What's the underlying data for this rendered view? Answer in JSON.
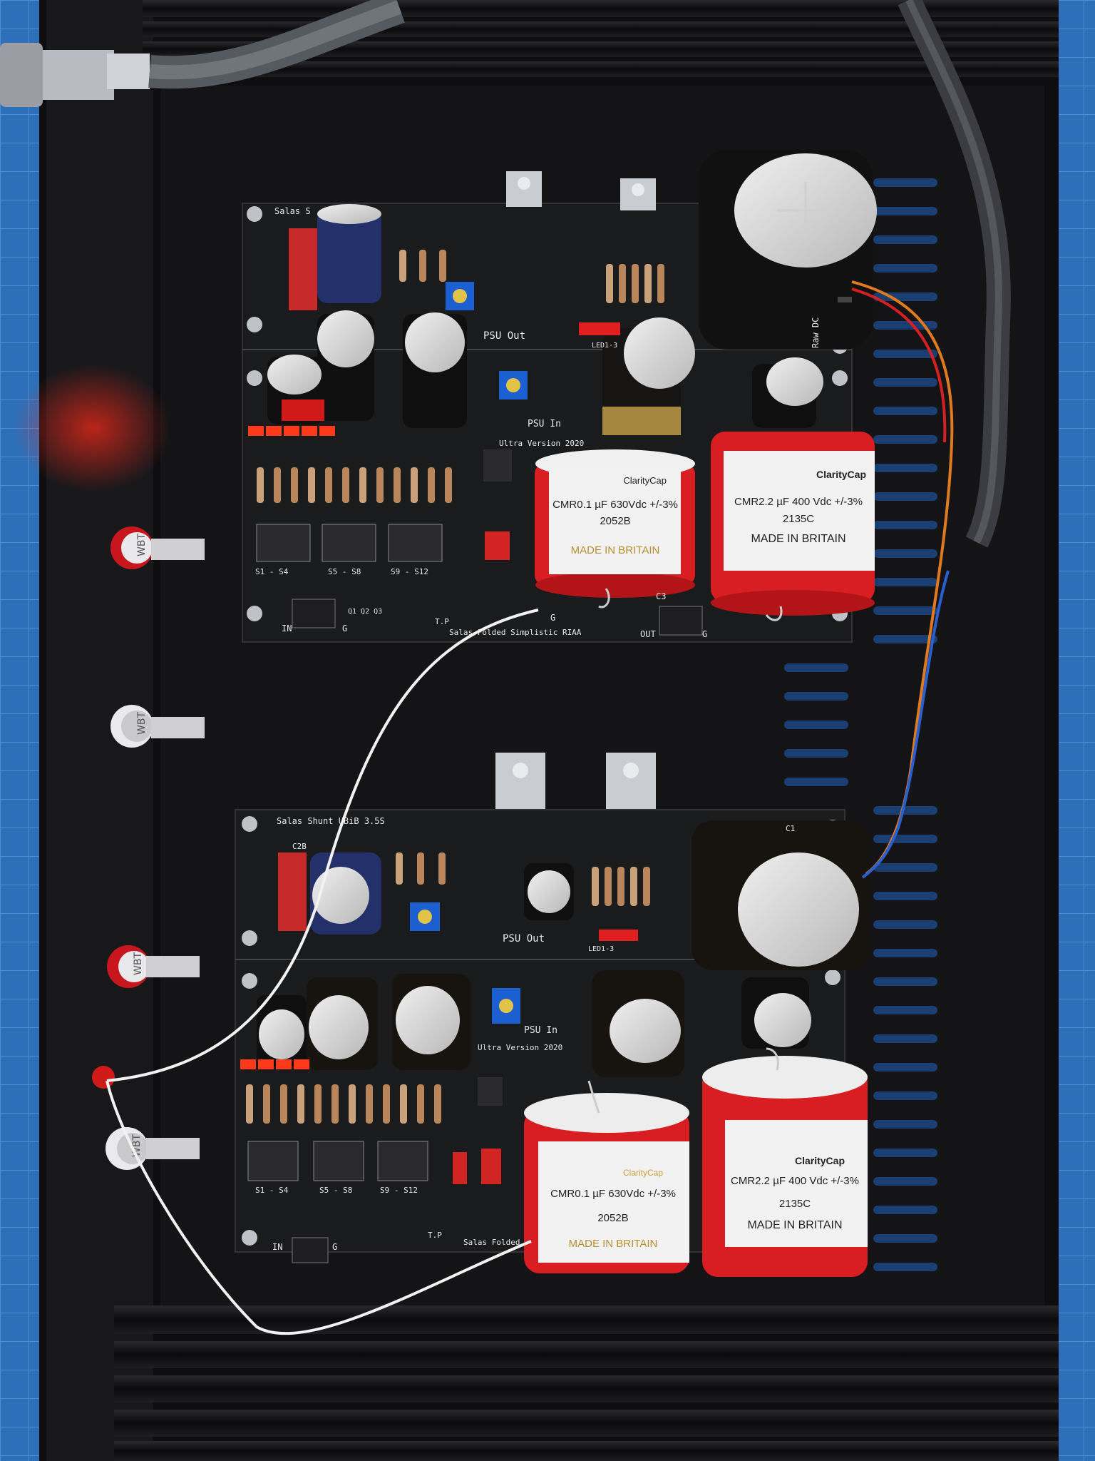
{
  "colors": {
    "mat": "#2d6fb8",
    "chassis": "#121214",
    "pcb": "#1a1b1d",
    "silkscreen": "#e8e8e8",
    "cap_red": "#d81e22",
    "cap_label": "#f2f2f2",
    "led_red": "#ff3a1a"
  },
  "board_top": {
    "title_left": "Salas S",
    "title_bottom": "Salas Folded Simplistic RIAA",
    "version": "Ultra Version 2020",
    "psu_out": "PSU Out",
    "psu_in": "PSU In",
    "led": "LED1-3",
    "raw_dc": "Raw DC",
    "switch_groups": [
      "S1 - S4",
      "S5 - S8",
      "S9 - S12"
    ],
    "transistors": "Q1   Q2  Q3",
    "tp": "T.P",
    "in": "IN",
    "out": "OUT",
    "g": "G",
    "c3": "C3",
    "cap_small": {
      "brand": "ClarityCap",
      "line1": "CMR0.1 µF 630Vdc +/-3%",
      "line2": "2052B",
      "line3": "MADE IN BRITAIN"
    },
    "cap_large": {
      "brand": "ClarityCap",
      "line1": "CMR2.2 µF 400 Vdc +/-3%",
      "line2": "2135C",
      "line3": "MADE IN BRITAIN"
    }
  },
  "board_bottom": {
    "title_left": "Salas Shunt UBiB 3.5S",
    "title_bottom": "Salas Folded",
    "version": "Ultra Version 2020",
    "psu_out": "PSU Out",
    "psu_in": "PSU In",
    "led": "LED1-3",
    "switch_groups": [
      "S1 - S4",
      "S5 - S8",
      "S9 - S12"
    ],
    "tp": "T.P",
    "in": "IN",
    "g": "G",
    "c2b": "C2B",
    "c1": "C1",
    "cap_small": {
      "brand": "ClarityCap",
      "line1": "CMR0.1 µF 630Vdc +/-3%",
      "line2": "2052B",
      "line3": "MADE IN BRITAIN"
    },
    "cap_large": {
      "brand": "ClarityCap",
      "line1": "CMR2.2 µF 400 Vdc +/-3%",
      "line2": "2135C",
      "line3": "MADE IN BRITAIN"
    }
  },
  "jack_brand": "WBT"
}
